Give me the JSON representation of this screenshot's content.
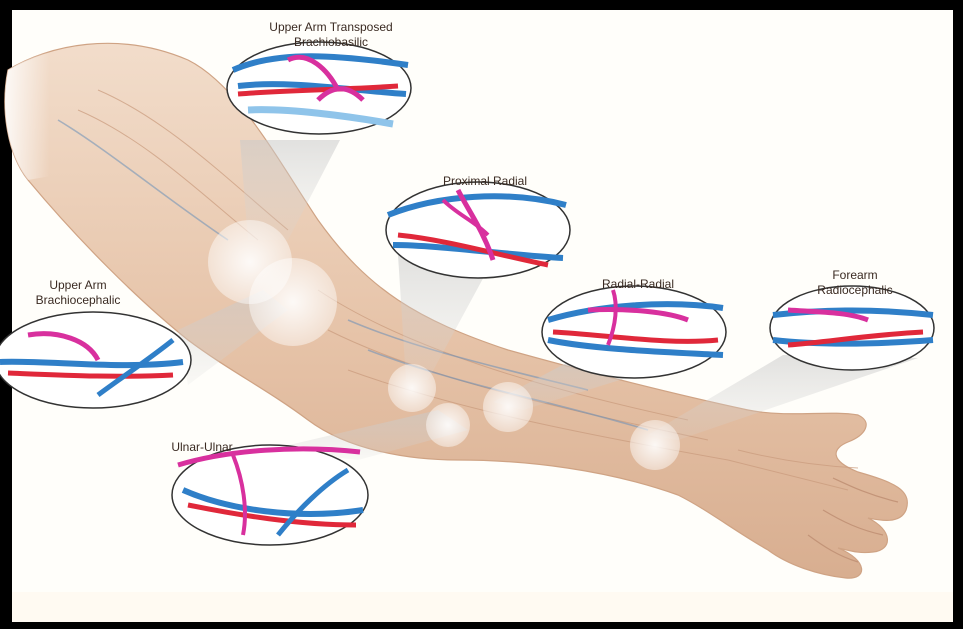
{
  "callouts": [
    {
      "label": "Upper Arm Transposed\nBrachiobasilic"
    },
    {
      "label": "Proximal Radial"
    },
    {
      "label": "Radial-Radial"
    },
    {
      "label": "Forearm\nRadiocephalic"
    },
    {
      "label": "Upper Arm\nBrachiocephalic"
    },
    {
      "label": "Ulnar-Ulnar"
    }
  ],
  "colors": {
    "artery": "#e0283a",
    "vein": "#2f7fc8",
    "graft": "#d8309e",
    "skin": "#e7c6ad",
    "background": "#fffefa",
    "border": "#000000"
  }
}
